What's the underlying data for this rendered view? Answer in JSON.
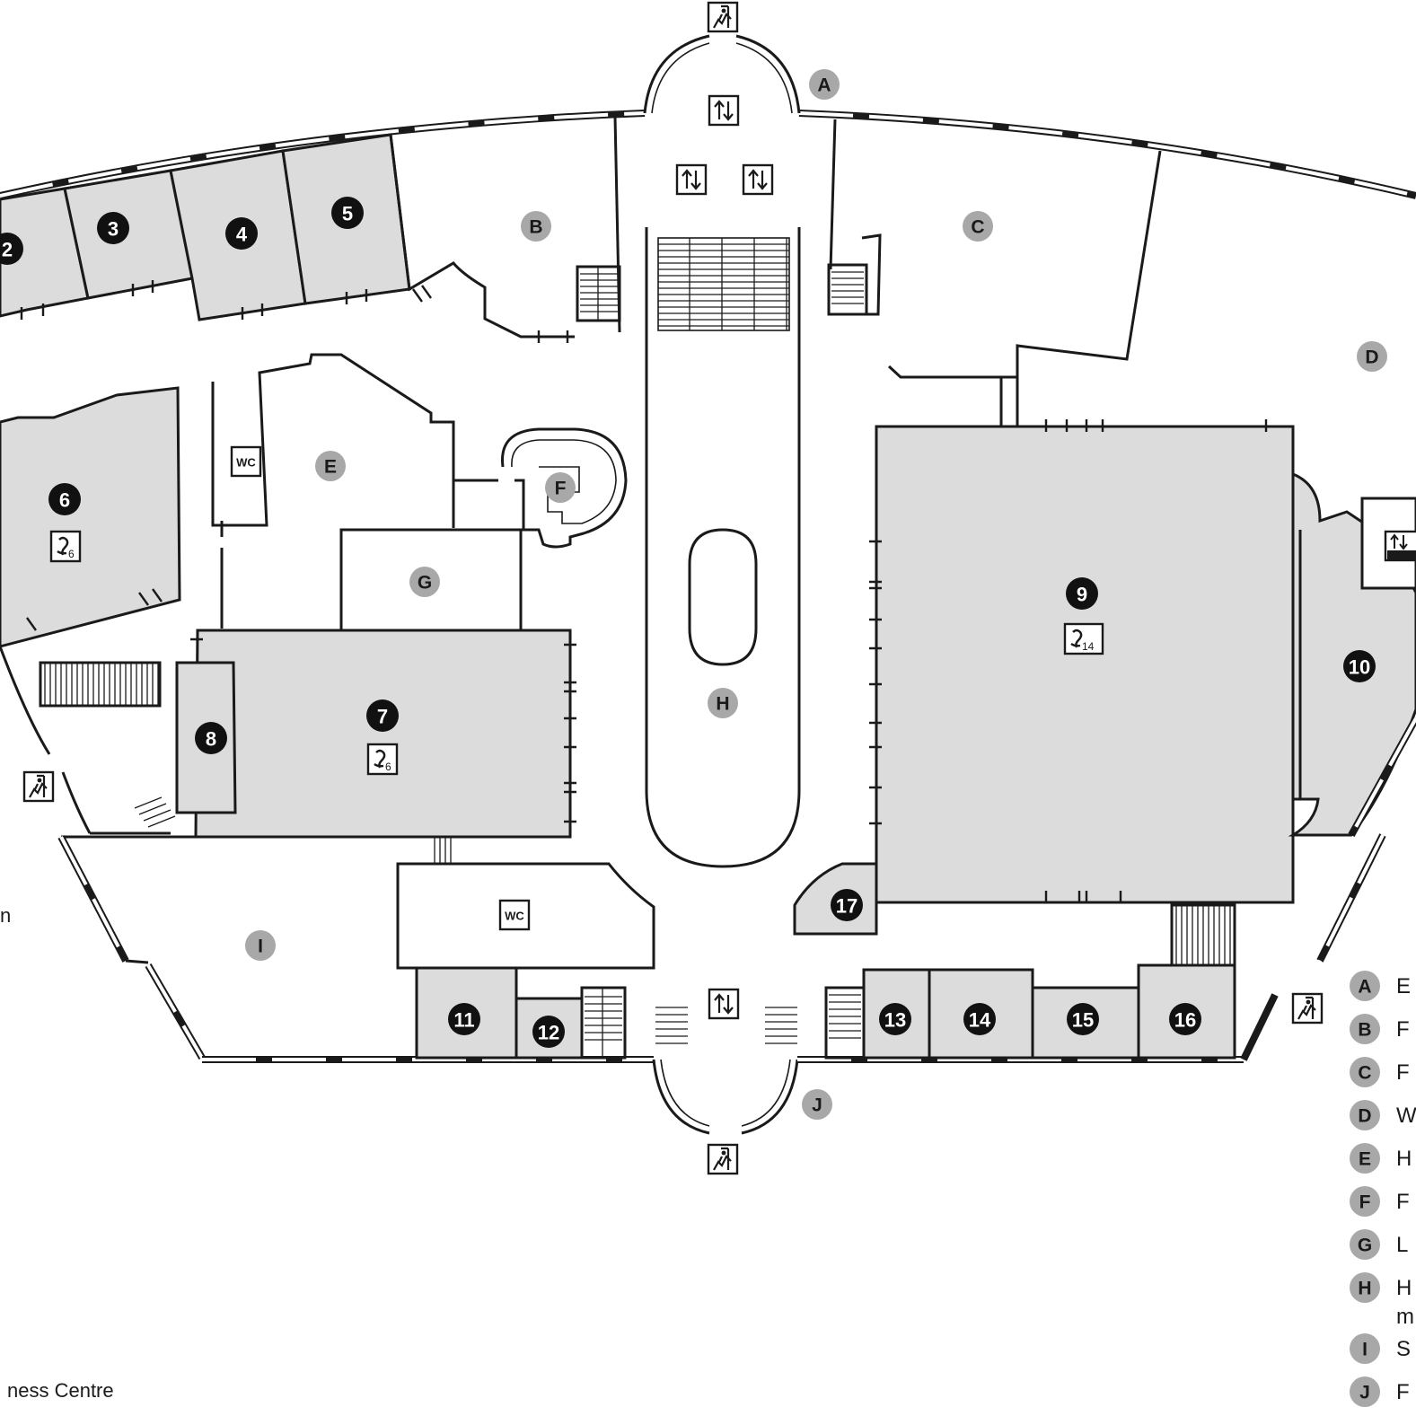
{
  "map": {
    "caption_bottom_left": "ness Centre",
    "caption_left_edge": "n",
    "colors": {
      "room_fill": "#dcdcdc",
      "dark_marker": "#111111",
      "light_marker": "#a8a8a8",
      "wall": "#1a1a1a"
    },
    "room_markers": [
      "2",
      "3",
      "4",
      "5",
      "6",
      "7",
      "8",
      "9",
      "10",
      "11",
      "12",
      "13",
      "14",
      "15",
      "16",
      "17"
    ],
    "area_markers": [
      "A",
      "B",
      "C",
      "D",
      "E",
      "F",
      "G",
      "H",
      "I",
      "J"
    ],
    "wc_label": "WC",
    "hearing_loops": [
      {
        "room": "6",
        "capacity": "6"
      },
      {
        "room": "7",
        "capacity": "6"
      },
      {
        "room": "9",
        "capacity": "14"
      }
    ],
    "icons": [
      "emergency-exit-icon",
      "lift-icon",
      "hearing-loop-icon",
      "wc-icon",
      "stairs"
    ]
  },
  "legend": {
    "items": [
      {
        "key": "A",
        "text": "E"
      },
      {
        "key": "B",
        "text": "F"
      },
      {
        "key": "C",
        "text": "F"
      },
      {
        "key": "D",
        "text": "W"
      },
      {
        "key": "E",
        "text": "H"
      },
      {
        "key": "F",
        "text": "F"
      },
      {
        "key": "G",
        "text": "L"
      },
      {
        "key": "H",
        "text": "H",
        "text2": "m"
      },
      {
        "key": "I",
        "text": "S"
      },
      {
        "key": "J",
        "text": "F"
      }
    ]
  }
}
